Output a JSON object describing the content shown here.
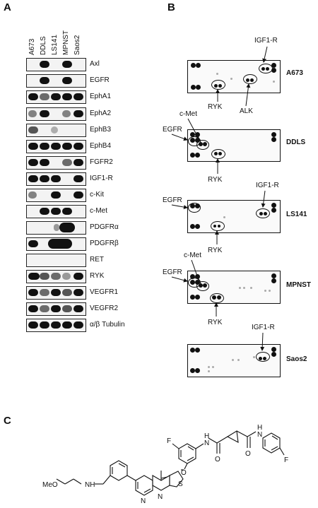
{
  "panels": {
    "a": "A",
    "b": "B",
    "c": "C"
  },
  "lanes": [
    "A673",
    "DDLS",
    "LS141",
    "MPNST",
    "Saos2"
  ],
  "blots": [
    "Axl",
    "EGFR",
    "EphA1",
    "EphA2",
    "EphB3",
    "EphB4",
    "FGFR2",
    "IGF1-R",
    "c-Kit",
    "c-Met",
    "PDGFRα",
    "PDGFRβ",
    "RET",
    "RYK",
    "VEGFR1",
    "VEGFR2",
    "α/β Tubulin"
  ],
  "arrays": [
    {
      "name": "A673",
      "labels": [
        "IGF1-R",
        "RYK",
        "ALK"
      ]
    },
    {
      "name": "DDLS",
      "labels": [
        "c-Met",
        "EGFR",
        "RYK"
      ]
    },
    {
      "name": "LS141",
      "labels": [
        "IGF1-R",
        "EGFR",
        "RYK"
      ]
    },
    {
      "name": "MPNST",
      "labels": [
        "c-Met",
        "EGFR",
        "RYK"
      ]
    },
    {
      "name": "Saos2",
      "labels": [
        "IGF1-R"
      ]
    }
  ],
  "chem": {
    "F1": "F",
    "F2": "F",
    "H1": "H",
    "N1": "N",
    "O1": "O",
    "O2": "O",
    "O3": "O",
    "N2": "N",
    "H2": "H",
    "N3": "N",
    "S": "S",
    "N4": "N",
    "NH": "NH",
    "MeO": "MeO"
  }
}
